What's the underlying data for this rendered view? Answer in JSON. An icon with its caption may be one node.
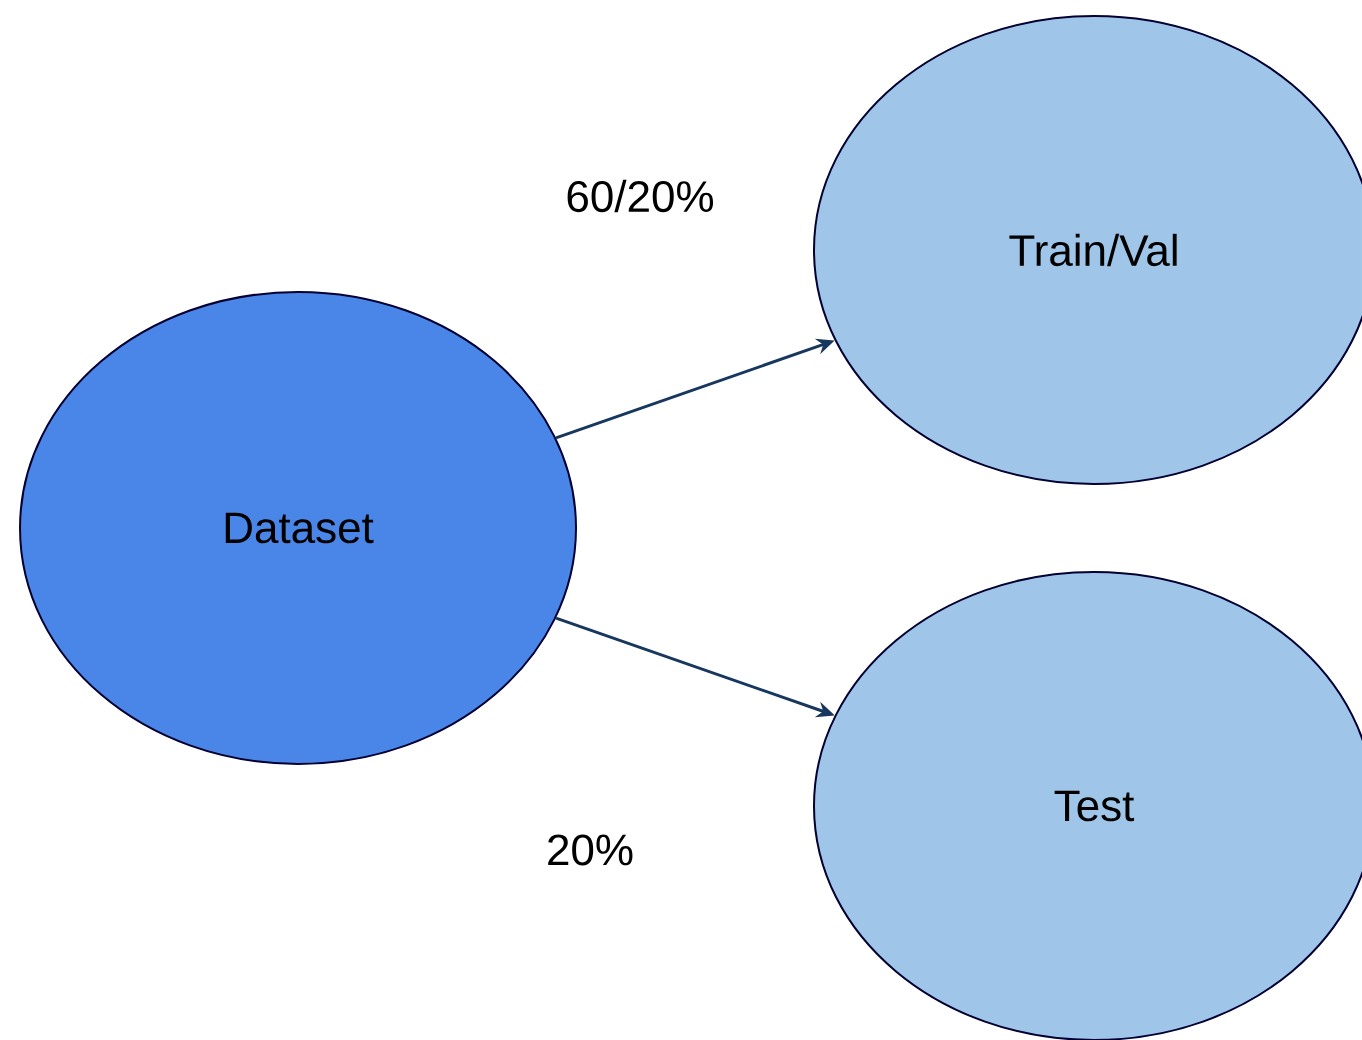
{
  "diagram": {
    "nodes": [
      {
        "text": [
          "Dataset"
        ]
      },
      {
        "text": [
          "Train/Val"
        ]
      },
      {
        "text": [
          "Test"
        ]
      }
    ],
    "edges": [
      {
        "from": 0,
        "to": 1,
        "arrow": "to",
        "label": "60/20%"
      },
      {
        "from": 0,
        "to": 2,
        "arrow": "to",
        "label": "20%"
      }
    ]
  }
}
